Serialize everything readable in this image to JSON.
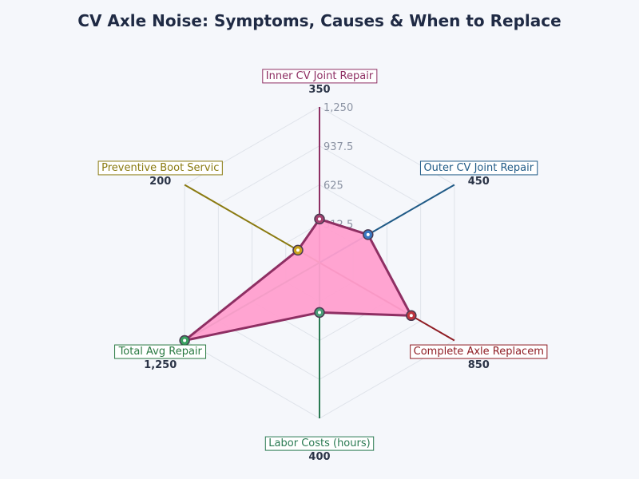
{
  "chart_data": {
    "type": "radar",
    "title": "CV Axle Noise: Symptoms, Causes & When to Replace",
    "categories": [
      "Inner CV Joint Repair",
      "Outer CV Joint Repair",
      "Complete Axle Replacem",
      "Labor Costs (hours)",
      "Total Avg Repair",
      "Preventive Boot Servic"
    ],
    "values": [
      350,
      450,
      850,
      400,
      1250,
      200
    ],
    "value_labels": [
      "350",
      "450",
      "850",
      "400",
      "1,250",
      "200"
    ],
    "rlim": [
      0,
      1250
    ],
    "r_ticks": [
      312.5,
      625,
      937.5,
      1250
    ],
    "r_tick_labels": [
      "312.5",
      "625",
      "937.5",
      "1,250"
    ],
    "grid": true,
    "colors": {
      "fill": "#ff9fcf",
      "outline": "#8e2f63",
      "categories": [
        "#8e2f63",
        "#1f5a86",
        "#8f1d24",
        "#2a7a52",
        "#2a7a42",
        "#8a7a10"
      ],
      "markers": [
        "#a4416f",
        "#3a78c2",
        "#c0363f",
        "#4a9d78",
        "#3aa060",
        "#c9a21c"
      ]
    }
  }
}
